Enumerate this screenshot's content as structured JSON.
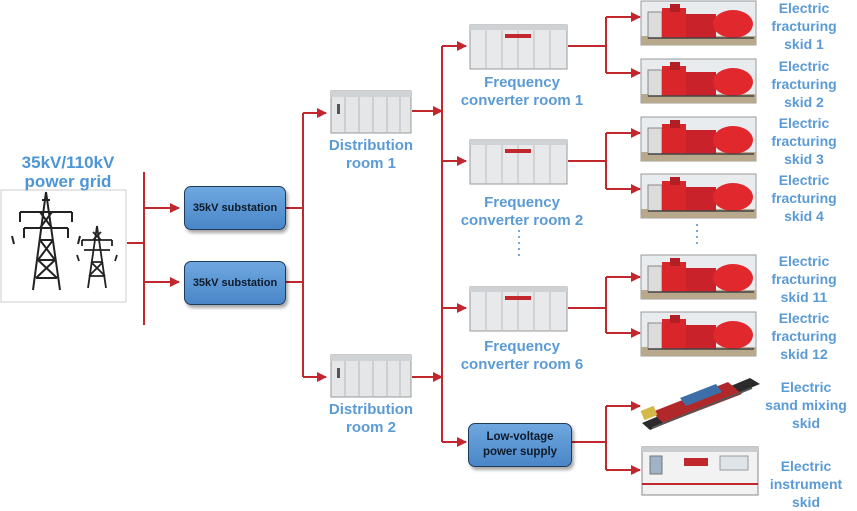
{
  "grid": {
    "label_line1": "35kV/110kV",
    "label_line2": "power grid"
  },
  "substations": [
    {
      "label": "35kV substation"
    },
    {
      "label": "35kV substation"
    }
  ],
  "distribution_rooms": [
    {
      "line1": "Distribution",
      "line2": "room 1"
    },
    {
      "line1": "Distribution",
      "line2": "room 2"
    }
  ],
  "converter_rooms": [
    {
      "line1": "Frequency",
      "line2": "converter room 1"
    },
    {
      "line1": "Frequency",
      "line2": "converter room 2"
    },
    {
      "line1": "Frequency",
      "line2": "converter room 6"
    }
  ],
  "low_voltage": {
    "line1": "Low-voltage",
    "line2": "power supply"
  },
  "skids": [
    {
      "line1": "Electric",
      "line2": "fracturing",
      "line3": "skid 1"
    },
    {
      "line1": "Electric",
      "line2": "fracturing",
      "line3": "skid 2"
    },
    {
      "line1": "Electric",
      "line2": "fracturing",
      "line3": "skid 3"
    },
    {
      "line1": "Electric",
      "line2": "fracturing",
      "line3": "skid 4"
    },
    {
      "line1": "Electric",
      "line2": "fracturing",
      "line3": "skid 11"
    },
    {
      "line1": "Electric",
      "line2": "fracturing",
      "line3": "skid 12"
    },
    {
      "line1": "Electric",
      "line2": "sand mixing",
      "line3": "skid"
    },
    {
      "line1": "Electric",
      "line2": "instrument",
      "line3": "skid"
    }
  ],
  "colors": {
    "connector": "#c0282d",
    "label": "#5b9bd5",
    "box": "#5b95d3",
    "ellipsis": "#7aa7d6"
  }
}
